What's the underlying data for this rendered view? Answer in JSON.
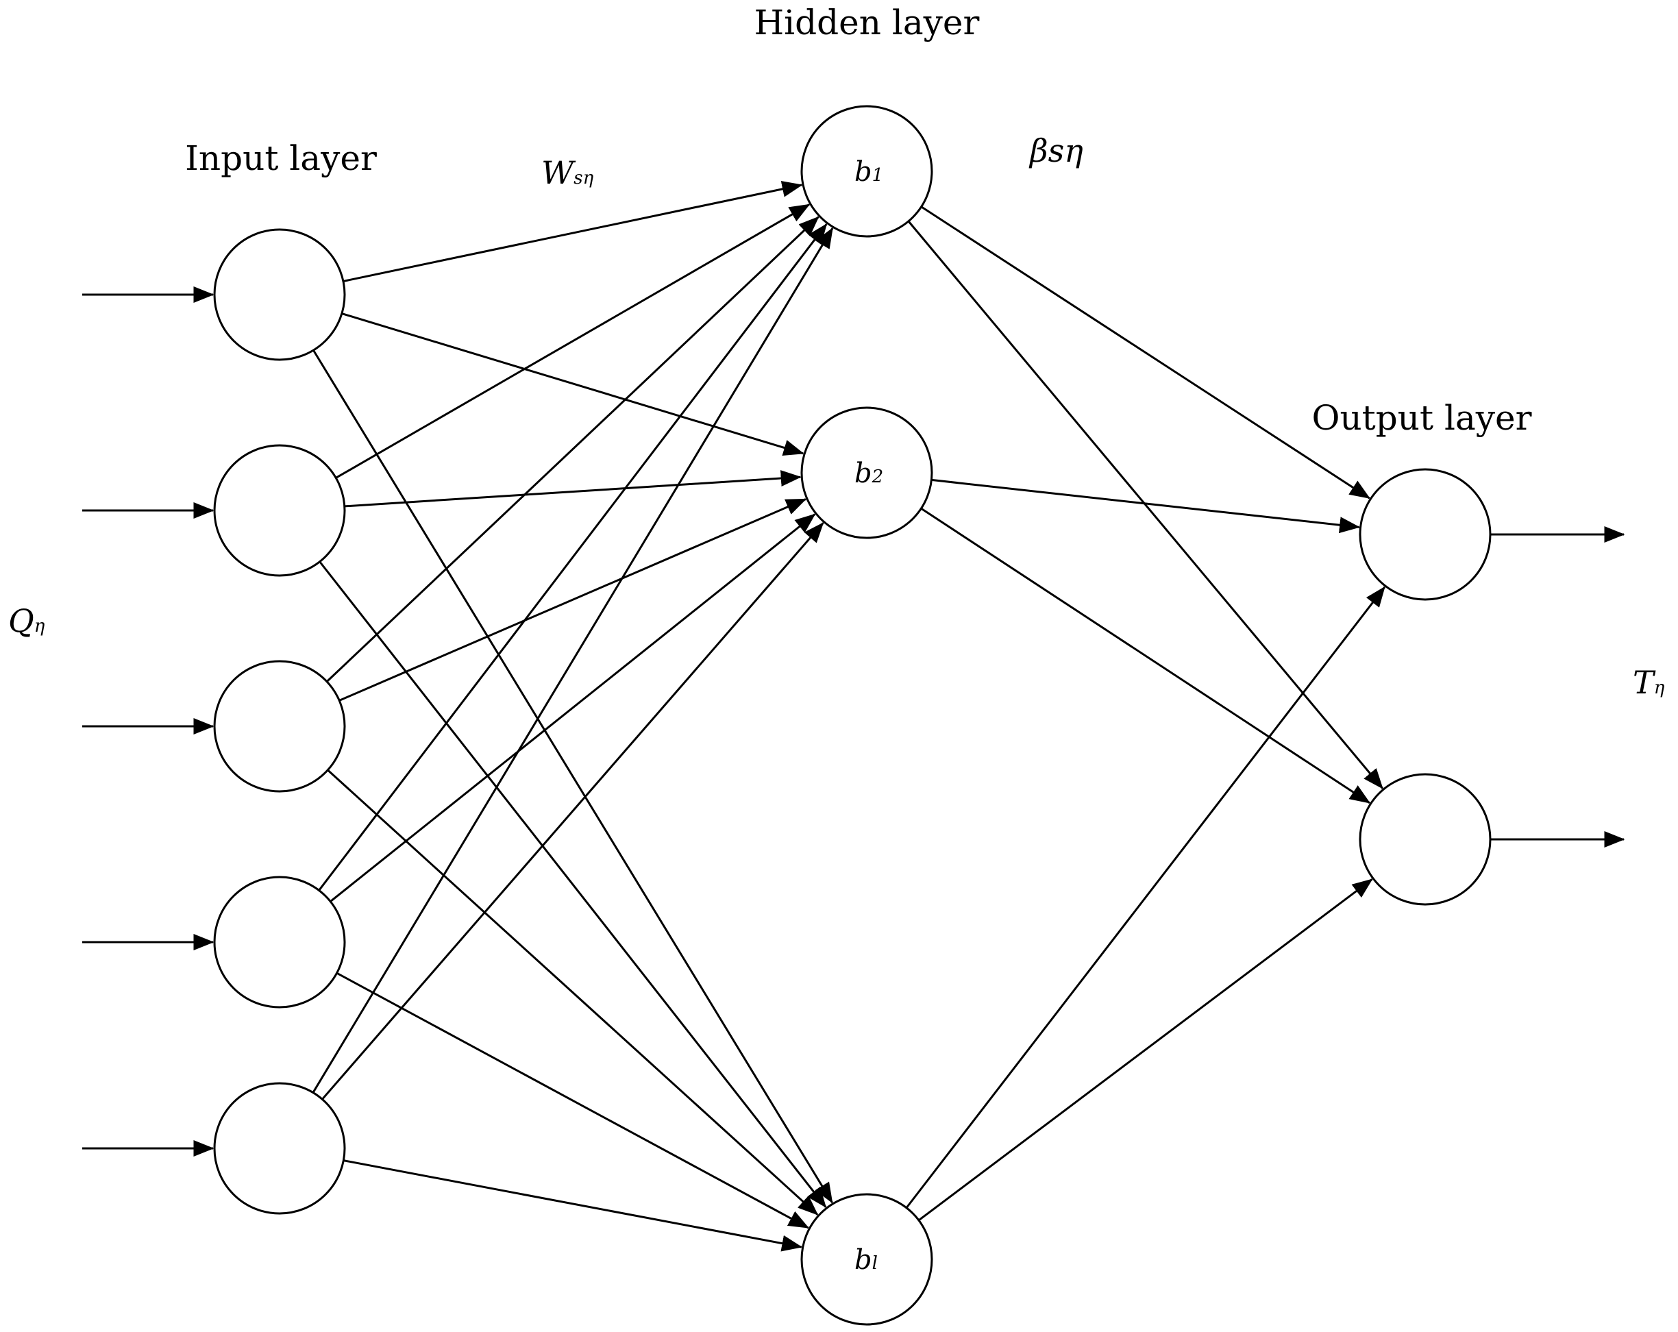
{
  "layers": {
    "input": {
      "label": "Input layer",
      "count": 5
    },
    "hidden": {
      "label": "Hidden layer",
      "nodes": [
        {
          "base": "b",
          "sub": "1"
        },
        {
          "base": "b",
          "sub": "2"
        },
        {
          "base": "b",
          "sub": "l"
        }
      ]
    },
    "output": {
      "label": "Output layer",
      "count": 2
    }
  },
  "weights": {
    "input_hidden": {
      "base": "W",
      "sub": "sη"
    },
    "hidden_output": {
      "text": "βsη"
    }
  },
  "io": {
    "input": {
      "base": "Q",
      "sub": "η"
    },
    "output": {
      "base": "T",
      "sub": "η"
    }
  },
  "colors": {
    "stroke": "#000000",
    "background": "#ffffff"
  }
}
